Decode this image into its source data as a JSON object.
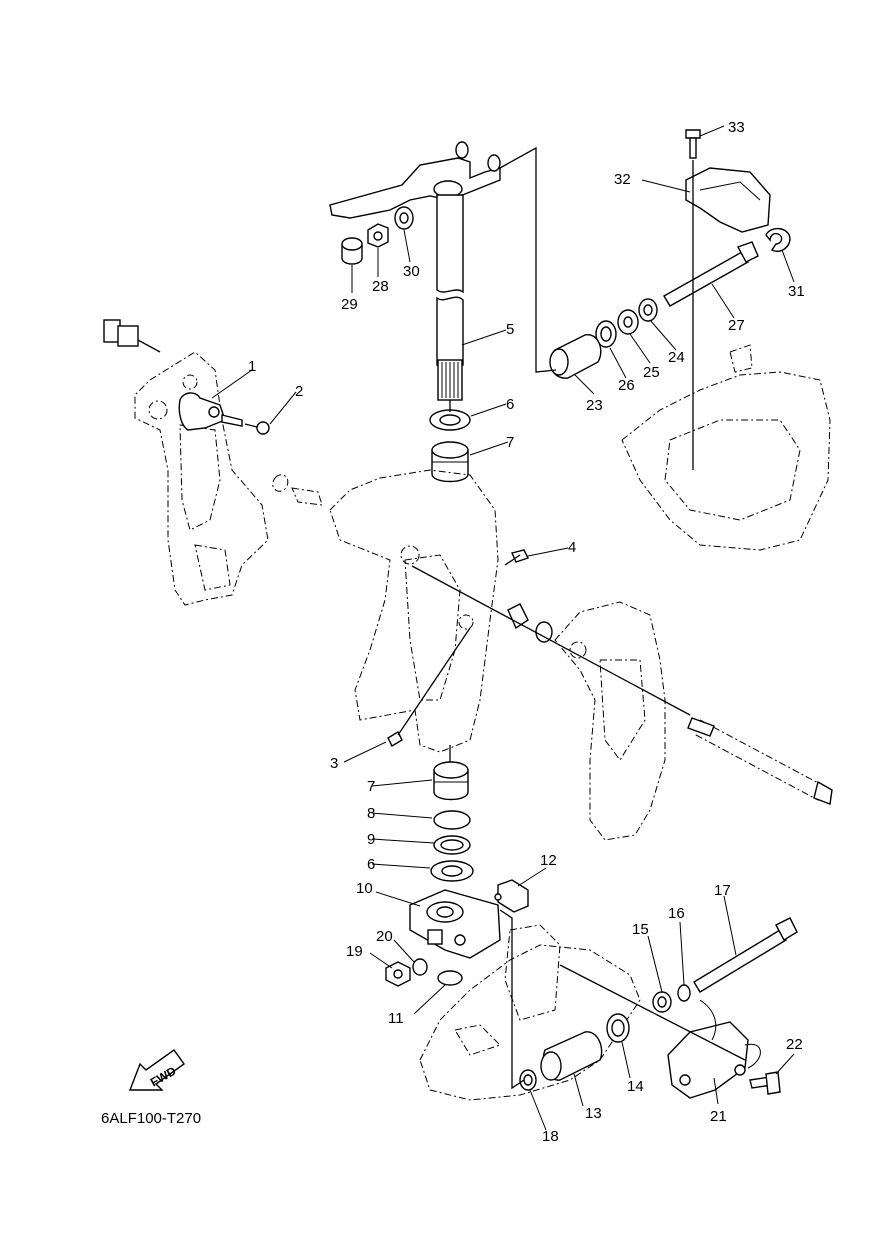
{
  "diagram": {
    "code": "6ALF100-T270",
    "fwd_label": "FWD",
    "callouts": [
      {
        "id": "c1",
        "label": "1"
      },
      {
        "id": "c2",
        "label": "2"
      },
      {
        "id": "c3",
        "label": "3"
      },
      {
        "id": "c4",
        "label": "4"
      },
      {
        "id": "c5",
        "label": "5"
      },
      {
        "id": "c6a",
        "label": "6"
      },
      {
        "id": "c6b",
        "label": "6"
      },
      {
        "id": "c7a",
        "label": "7"
      },
      {
        "id": "c7b",
        "label": "7"
      },
      {
        "id": "c8",
        "label": "8"
      },
      {
        "id": "c9",
        "label": "9"
      },
      {
        "id": "c10",
        "label": "10"
      },
      {
        "id": "c11",
        "label": "11"
      },
      {
        "id": "c12",
        "label": "12"
      },
      {
        "id": "c13",
        "label": "13"
      },
      {
        "id": "c14",
        "label": "14"
      },
      {
        "id": "c15",
        "label": "15"
      },
      {
        "id": "c16",
        "label": "16"
      },
      {
        "id": "c17",
        "label": "17"
      },
      {
        "id": "c18",
        "label": "18"
      },
      {
        "id": "c19",
        "label": "19"
      },
      {
        "id": "c20",
        "label": "20"
      },
      {
        "id": "c21",
        "label": "21"
      },
      {
        "id": "c22",
        "label": "22"
      },
      {
        "id": "c23",
        "label": "23"
      },
      {
        "id": "c24",
        "label": "24"
      },
      {
        "id": "c25",
        "label": "25"
      },
      {
        "id": "c26",
        "label": "26"
      },
      {
        "id": "c27",
        "label": "27"
      },
      {
        "id": "c28",
        "label": "28"
      },
      {
        "id": "c29",
        "label": "29"
      },
      {
        "id": "c30",
        "label": "30"
      },
      {
        "id": "c31",
        "label": "31"
      },
      {
        "id": "c32",
        "label": "32"
      },
      {
        "id": "c33",
        "label": "33"
      }
    ]
  }
}
